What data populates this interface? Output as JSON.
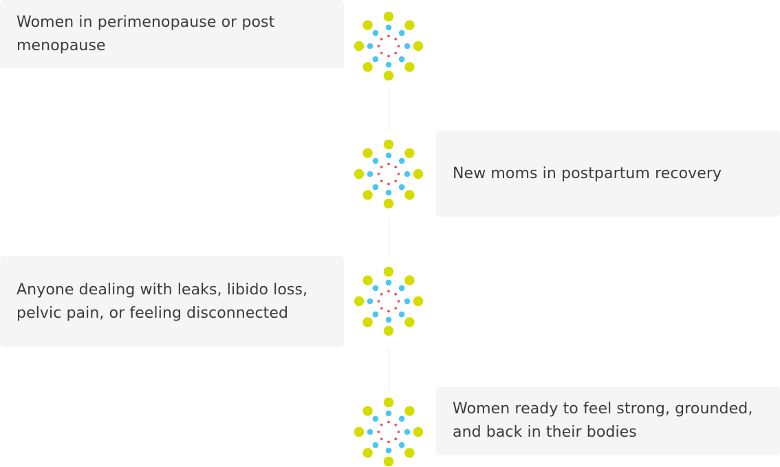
{
  "timeline": {
    "items": [
      {
        "side": "left",
        "text": "Women in perimenopause or post menopause"
      },
      {
        "side": "right",
        "text": "New moms in postpartum recovery"
      },
      {
        "side": "left",
        "text": "Anyone dealing with leaks, libido loss, pelvic pain, or feeling disconnected"
      },
      {
        "side": "right",
        "text": "Women ready to feel strong, grounded, and back in their bodies"
      }
    ]
  },
  "colors": {
    "card_background": "#f5f5f5",
    "text": "#3c3c3c",
    "connector": "#e4e4e4",
    "marker_outer": "#d5dd00",
    "marker_middle": "#4ac6f0",
    "marker_inner": "#f0575a"
  },
  "icons": {
    "marker": "radial-dot-burst-icon"
  }
}
